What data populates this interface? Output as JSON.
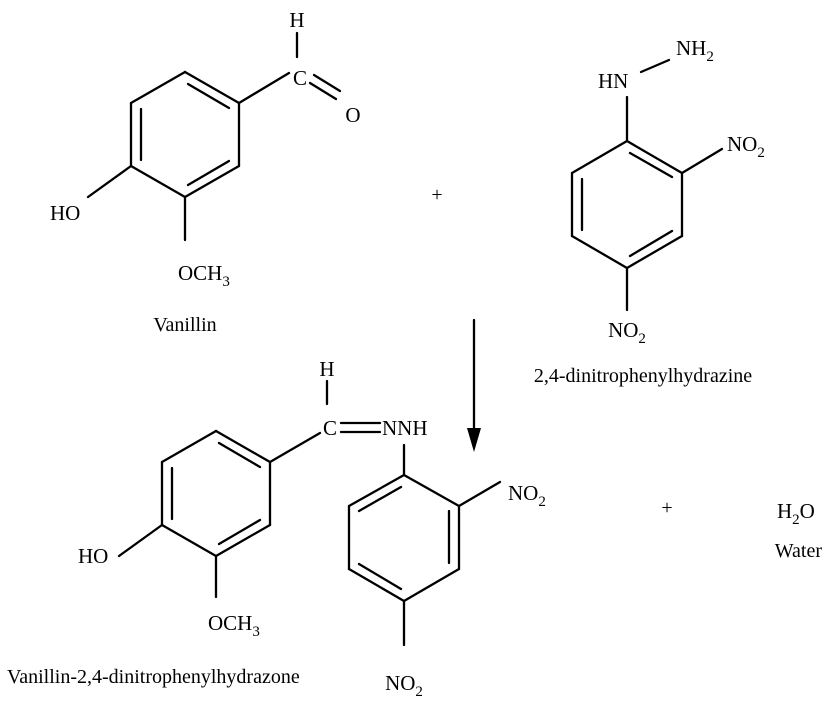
{
  "reactant_1": {
    "name": "Vanillin",
    "labels": {
      "aldehyde_h": "H",
      "aldehyde_c": "C",
      "aldehyde_o": "O",
      "hydroxyl": "HO",
      "methoxy": "OCH",
      "methoxy_sub": "3"
    }
  },
  "plus_1": "+",
  "reactant_2": {
    "name": "2,4-dinitrophenylhydrazine",
    "labels": {
      "hn": "HN",
      "nh2": "NH",
      "nh2_sub": "2",
      "nitro": "NO",
      "nitro_sub": "2",
      "nitro_para": "NO",
      "nitro_para_sub": "2"
    }
  },
  "product_1": {
    "name": "Vanillin-2,4-dinitrophenylhydrazone",
    "labels": {
      "imine_h": "H",
      "imine_c": "C",
      "nnh": "NNH",
      "hydroxyl": "HO",
      "methoxy": "OCH",
      "methoxy_sub": "3",
      "nitro": "NO",
      "nitro_sub": "2",
      "nitro_para": "NO",
      "nitro_para_sub": "2"
    }
  },
  "plus_2": "+",
  "product_2": {
    "name": "Water",
    "formula_h": "H",
    "formula_sub": "2",
    "formula_o": "O"
  }
}
